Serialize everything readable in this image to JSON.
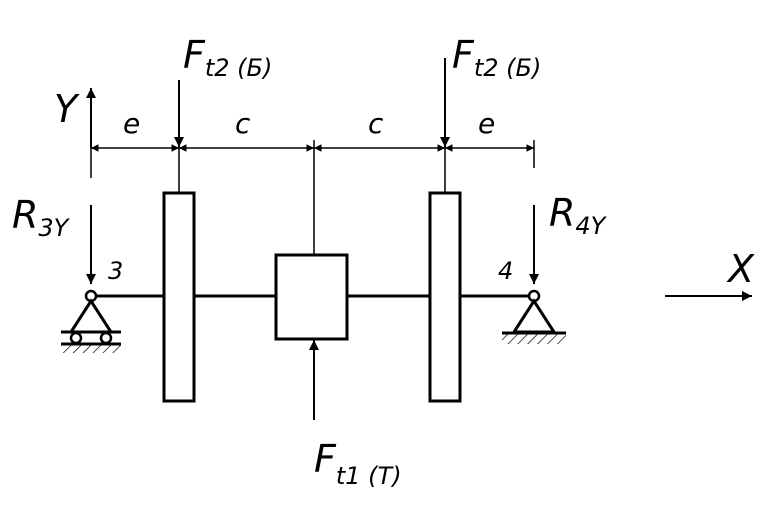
{
  "labels": {
    "force_left_main": "F",
    "force_left_sub": "t2 (Б)",
    "force_right_main": "F",
    "force_right_sub": "t2 (Б)",
    "force_bottom_main": "F",
    "force_bottom_sub": "t1 (T)",
    "reaction_left_main": "R",
    "reaction_left_sub": "3Y",
    "reaction_right_main": "R",
    "reaction_right_sub": "4Y",
    "support_left_number": "3",
    "support_right_number": "4",
    "axis_y": "Y",
    "axis_x": "X",
    "dim_e_left": "e",
    "dim_c_left": "c",
    "dim_c_right": "c",
    "dim_e_right": "e"
  }
}
